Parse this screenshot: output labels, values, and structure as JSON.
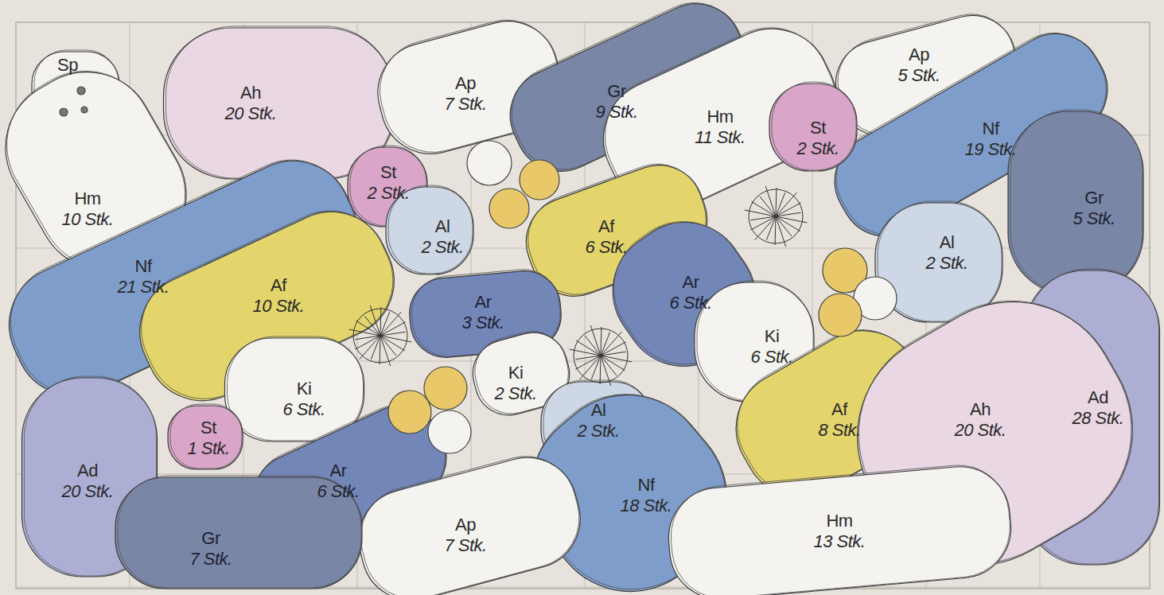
{
  "diagram": {
    "nodes": [
      {
        "text": [
          "Sp"
        ]
      },
      {
        "text": [
          "Ah",
          "20 Stk."
        ]
      },
      {
        "text": [
          "Ap",
          "7 Stk."
        ]
      },
      {
        "text": [
          "Gr",
          "9 Stk."
        ]
      },
      {
        "text": [
          "Ap",
          "5 Stk."
        ]
      },
      {
        "text": [
          "Hm",
          "11 Stk."
        ]
      },
      {
        "text": [
          "St",
          "2 Stk."
        ]
      },
      {
        "text": [
          "Nf",
          "19 Stk."
        ]
      },
      {
        "text": [
          "St",
          "2 Stk."
        ]
      },
      {
        "text": [
          "Hm",
          "10 Stk."
        ]
      },
      {
        "text": [
          "Gr",
          "5 Stk."
        ]
      },
      {
        "text": [
          "Al",
          "2 Stk."
        ]
      },
      {
        "text": [
          "Af",
          "6 Stk."
        ]
      },
      {
        "text": [
          "Al",
          "2 Stk."
        ]
      },
      {
        "text": [
          "Nf",
          "21 Stk."
        ]
      },
      {
        "text": [
          "Af",
          "10 Stk."
        ]
      },
      {
        "text": [
          "Ar",
          "6 Stk."
        ]
      },
      {
        "text": [
          "Ar",
          "3 Stk."
        ]
      },
      {
        "text": [
          "Ki",
          "6 Stk."
        ]
      },
      {
        "text": [
          "Ki",
          "2 Stk."
        ]
      },
      {
        "text": [
          "Ki",
          "6 Stk."
        ]
      },
      {
        "text": [
          "Ad",
          "28 Stk."
        ]
      },
      {
        "text": [
          "Af",
          "8 Stk."
        ]
      },
      {
        "text": [
          "Ah",
          "20 Stk."
        ]
      },
      {
        "text": [
          "St",
          "1 Stk."
        ]
      },
      {
        "text": [
          "Al",
          "2 Stk."
        ]
      },
      {
        "text": [
          "Ad",
          "20 Stk."
        ]
      },
      {
        "text": [
          "Ar",
          "6 Stk."
        ]
      },
      {
        "text": [
          "Nf",
          "18 Stk."
        ]
      },
      {
        "text": [
          "Ap",
          "7 Stk."
        ]
      },
      {
        "text": [
          "Hm",
          "13 Stk."
        ]
      },
      {
        "text": [
          "Gr",
          "7 Stk."
        ]
      }
    ]
  }
}
